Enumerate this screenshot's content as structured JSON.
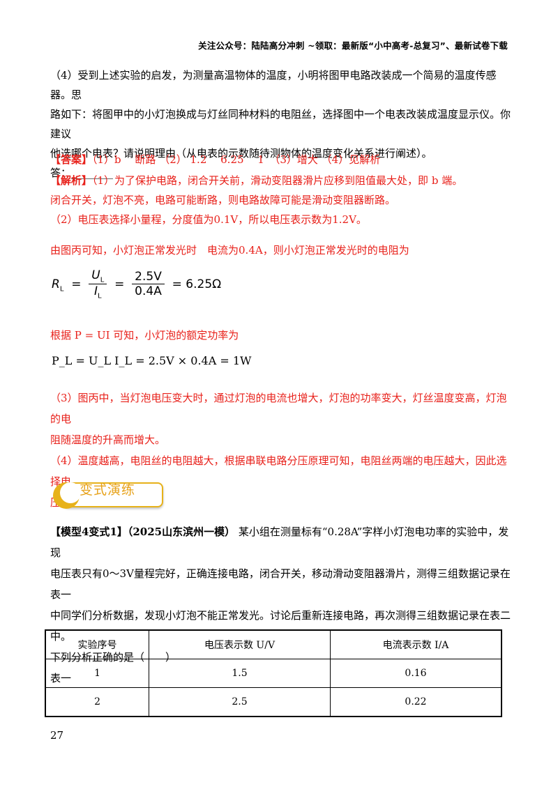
{
  "header": "关注公众号：陆陆高分冲刺 ~领取：最新版“小中高考-总复习”、最新试卷下载",
  "question4": {
    "line1": "（4）受到上述实验的启发，为测量高温物体的温度，小明将图甲电路改装成一个简易的温度传感器。思",
    "line2": "路如下：将图甲中的小灯泡换成与灯丝同种材料的电阻丝，选择图中一个电表改装成温度显示仪。你建议",
    "line3": "他选哪个电表？请说明理由（从电表的示数随待测物体的温度变化关系进行阐述）。",
    "answer_line": "答：________"
  },
  "answer": {
    "tag": "【答案】",
    "text": "（1）b　 断路 （2） 1.2　 6.25　 1　（3）增大 （4）见解析"
  },
  "analysis": {
    "tag": "【解析】",
    "line1": "（1）为了保护电路，闭合开关前，滑动变阻器滑片应移到阻值最大处，即 b 端。",
    "line2": "闭合开关，灯泡不亮，电路可能断路，则电路故障可能是滑动变阻器断路。",
    "line3": "（2）电压表选择小量程，分度值为0.1V，所以电压表示数为1.2V。",
    "line4": "由图丙可知，小灯泡正常发光时　电流为0.4A，则小灯泡正常发光时的电阻为",
    "line5": "根据 P = UI 可知，小灯泡的额定功率为",
    "line6": "（3）图丙中，当灯泡电压变大时，通过灯泡的电流也增大，灯泡的功率变大，灯丝温度变高，灯泡的电",
    "line7": "阻随温度的升高而增大。",
    "line8": "（4）温度越高，电阻丝的电阻越大，根据串联电路分压原理可知，电阻丝两端的电压越大，因此选择电",
    "line9": "压变改装为温度显示仪。"
  },
  "formula1": {
    "lhs": "R",
    "lhs_sub": "L",
    "num": "U",
    "num_sub": "L",
    "den": "I",
    "den_sub": "L",
    "num2": "2.5V",
    "den2": "0.4A",
    "result": "= 6.25Ω"
  },
  "formula2": "P_L = U_L I_L = 2.5V × 0.4A = 1W",
  "badge": "变式演练",
  "variant": {
    "tag": "【模型4变式1】（2025山东滨州一模）",
    "line1": " 某小组在测量标有“0.28A”字样小灯泡电功率的实验中，发现",
    "line2": "电压表只有0～3V量程完好，正确连接电路，闭合开关，移动滑动变阻器滑片，测得三组数据记录在表一",
    "line3": "中同学们分析数据，发现小灯泡不能正常发光。讨论后重新连接电路，再次测得三组数据记录在表二中。",
    "line4": "下列分析正确的是（　　）",
    "table_caption": "表一"
  },
  "table1": {
    "headers": [
      "实验序号",
      "电压表示数 U/V",
      "电流表示数 I/A"
    ],
    "rows": [
      [
        "1",
        "1.5",
        "0.16"
      ],
      [
        "2",
        "2.5",
        "0.22"
      ]
    ]
  },
  "page_number": "27"
}
